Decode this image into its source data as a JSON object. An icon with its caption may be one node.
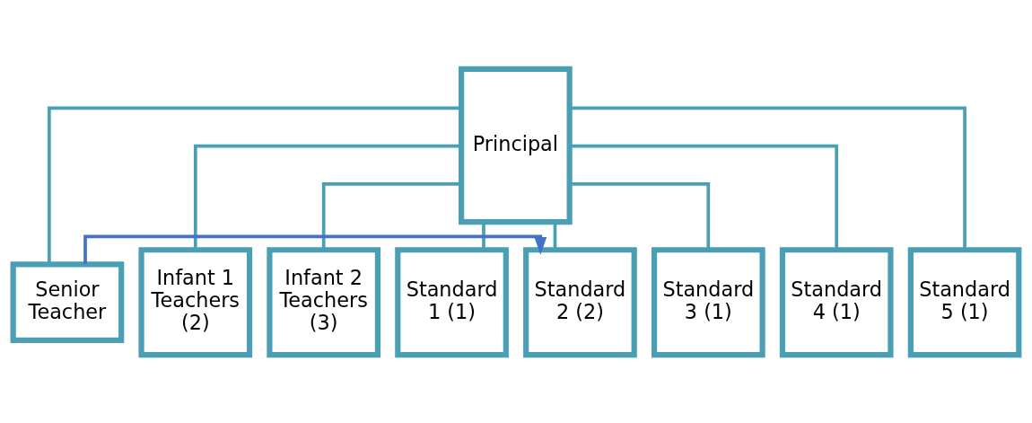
{
  "diagram": {
    "nodes": [
      {
        "text": [
          "Principal"
        ]
      },
      {
        "text": [
          "Senior Teacher"
        ]
      },
      {
        "text": [
          "Infant 1 Teachers (2)"
        ]
      },
      {
        "text": [
          "Infant 2 Teachers (3)"
        ]
      },
      {
        "text": [
          "Standard 1 (1)"
        ]
      },
      {
        "text": [
          "Standard 2 (2)"
        ]
      },
      {
        "text": [
          "Standard 3 (1)"
        ]
      },
      {
        "text": [
          "Standard 4 (1)"
        ]
      },
      {
        "text": [
          "Standard 5 (1)"
        ]
      }
    ],
    "edges": [
      {
        "from": 0,
        "to": 1,
        "arrow": "none"
      },
      {
        "from": 0,
        "to": 2,
        "arrow": "none"
      },
      {
        "from": 0,
        "to": 3,
        "arrow": "none"
      },
      {
        "from": 0,
        "to": 4,
        "arrow": "none"
      },
      {
        "from": 0,
        "to": 5,
        "arrow": "none"
      },
      {
        "from": 0,
        "to": 6,
        "arrow": "none"
      },
      {
        "from": 0,
        "to": 7,
        "arrow": "none"
      },
      {
        "from": 0,
        "to": 8,
        "arrow": "none"
      },
      {
        "from": 1,
        "to": 5,
        "arrow": "to",
        "color": "#4472c4"
      }
    ]
  }
}
